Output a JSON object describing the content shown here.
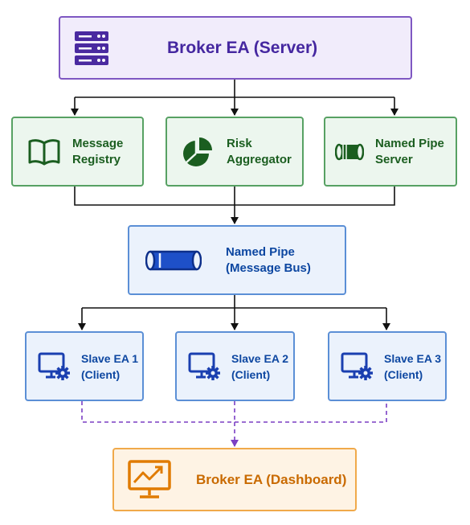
{
  "server": {
    "title": "Broker EA (Server)",
    "icon": "server-rack-icon"
  },
  "modules": [
    {
      "line1": "Message",
      "line2": "Registry",
      "icon": "book-icon"
    },
    {
      "line1": "Risk",
      "line2": "Aggregator",
      "icon": "pie-chart-icon"
    },
    {
      "line1": "Named Pipe",
      "line2": "Server",
      "icon": "pipe-icon"
    }
  ],
  "bus": {
    "line1": "Named Pipe",
    "line2": "(Message Bus)",
    "icon": "pipe-icon"
  },
  "clients": [
    {
      "line1": "Slave EA 1",
      "line2": "(Client)",
      "icon": "monitor-gear-icon"
    },
    {
      "line1": "Slave EA 2",
      "line2": "(Client)",
      "icon": "monitor-gear-icon"
    },
    {
      "line1": "Slave EA 3",
      "line2": "(Client)",
      "icon": "monitor-gear-icon"
    }
  ],
  "dashboard": {
    "title": "Broker EA (Dashboard)",
    "icon": "monitor-chart-icon"
  },
  "colors": {
    "server_fill": "#f1ecfb",
    "server_border": "#7e57c2",
    "server_text": "#4527a0",
    "module_fill": "#ecf6ee",
    "module_border": "#57a163",
    "module_text": "#1b5e20",
    "client_fill": "#ebf2fc",
    "client_border": "#5b8fd6",
    "client_text": "#0d47a1",
    "dashboard_fill": "#fef3e4",
    "dashboard_border": "#f0a94a",
    "dashboard_text": "#c96a00",
    "connector": "#111111",
    "dashed_connector": "#7b3fc4"
  }
}
